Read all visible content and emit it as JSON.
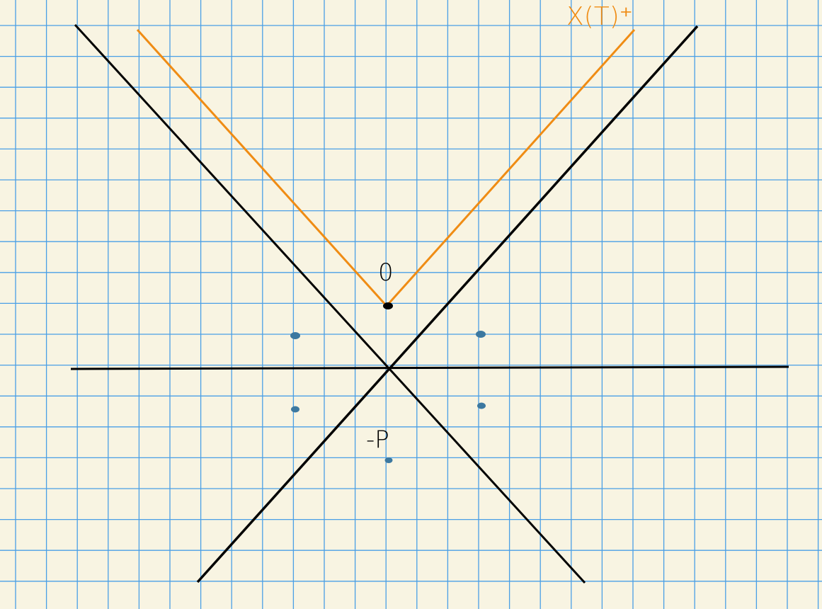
{
  "colors": {
    "paper": "#f8f4e2",
    "grid": "#4a9fe6",
    "axis": "#000000",
    "cone": "#ef8c14",
    "point": "#3c78a0",
    "apex": "#000000"
  },
  "labels": {
    "curve": "X(T)⁺",
    "apex": "0",
    "minus_p": "-P"
  },
  "points": [
    {
      "name": "upper-left"
    },
    {
      "name": "upper-right"
    },
    {
      "name": "lower-left"
    },
    {
      "name": "lower-right"
    },
    {
      "name": "bottom-center"
    }
  ]
}
